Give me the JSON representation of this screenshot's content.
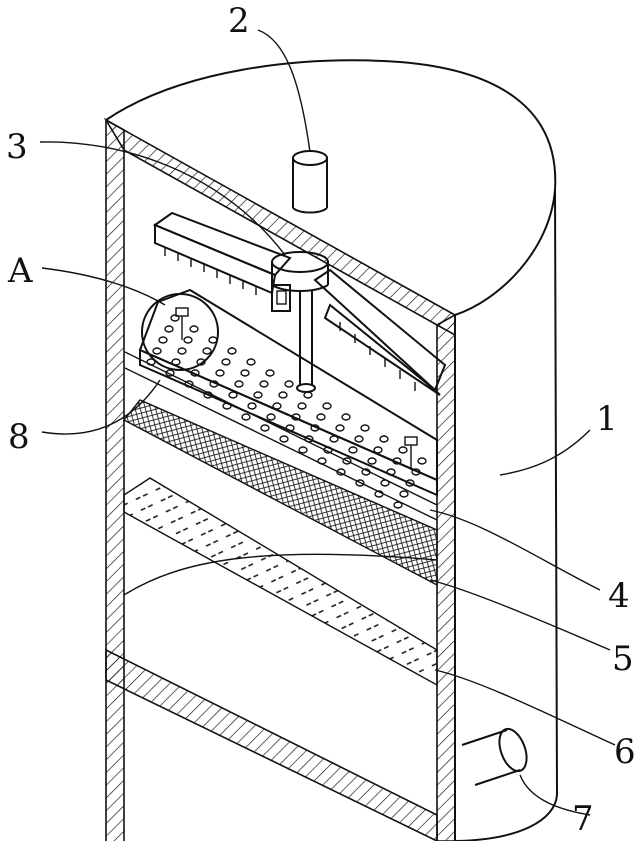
{
  "labels": {
    "n1": "1",
    "n2": "2",
    "n3": "3",
    "nA": "A",
    "n4": "4",
    "n5": "5",
    "n6": "6",
    "n7": "7",
    "n8": "8"
  },
  "colors": {
    "stroke": "#111111",
    "background": "#ffffff"
  }
}
